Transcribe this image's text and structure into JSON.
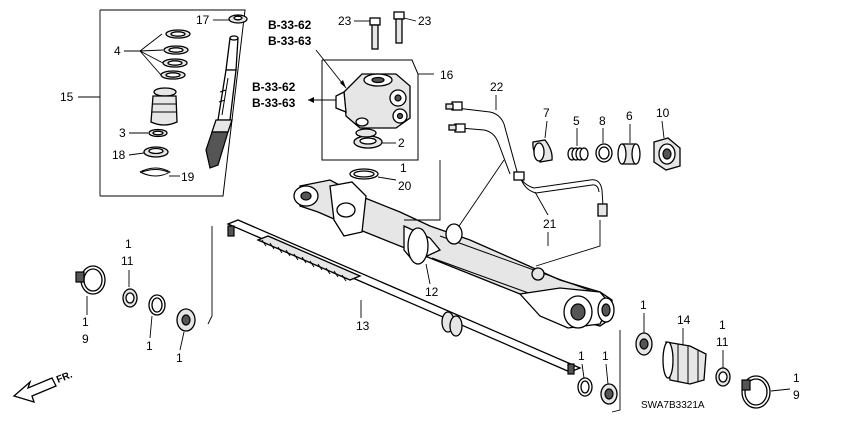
{
  "diagram": {
    "callouts": {
      "c17": "17",
      "c4": "4",
      "c15": "15",
      "c3": "3",
      "c18": "18",
      "c19": "19",
      "c23a": "23",
      "c23b": "23",
      "c16": "16",
      "c2": "2",
      "c1_20": "1",
      "c20": "20",
      "c22": "22",
      "c7": "7",
      "c5": "5",
      "c8": "8",
      "c6": "6",
      "c10": "10",
      "c21": "21",
      "c12": "12",
      "c13": "13",
      "c1_l": "1",
      "c11_l": "11",
      "c1_l9": "1",
      "c9_l": "9",
      "c1_l2": "1",
      "c1_l3": "1",
      "c1_r1": "1",
      "c14": "14",
      "c1_r2": "1",
      "c11_r": "11",
      "c1_r3": "1",
      "c1_r4": "1",
      "c1_r9": "1",
      "c9_r": "9"
    },
    "refs": {
      "ref1a": "B-33-62",
      "ref1b": "B-33-63",
      "ref2a": "B-33-62",
      "ref2b": "B-33-63"
    },
    "fr_label": "FR.",
    "diagram_code": "SWA7B3321A"
  }
}
